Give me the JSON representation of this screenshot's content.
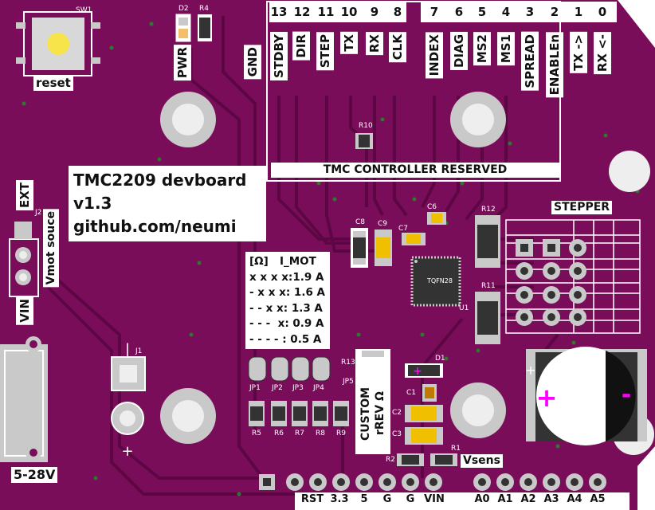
{
  "title": {
    "line1": "TMC2209 devboard",
    "line2": "v1.3",
    "line3": "github.com/neumi"
  },
  "reset_label": "reset",
  "sw_ref": "SW1",
  "pwr_label": "PWR",
  "pwr_ref": "D2",
  "r4_ref": "R4",
  "gnd_label": "GND",
  "top_pins": [
    {
      "num": "13",
      "name": "STDBY"
    },
    {
      "num": "12",
      "name": "DIR"
    },
    {
      "num": "11",
      "name": "STEP"
    },
    {
      "num": "10",
      "name": "TX"
    },
    {
      "num": "9",
      "name": "RX"
    },
    {
      "num": "8",
      "name": "CLK"
    },
    {
      "num": "7",
      "name": "INDEX"
    },
    {
      "num": "6",
      "name": "DIAG"
    },
    {
      "num": "5",
      "name": "MS2"
    },
    {
      "num": "4",
      "name": "MS1"
    },
    {
      "num": "3",
      "name": "SPREAD"
    },
    {
      "num": "2",
      "name": "ENABLEn"
    },
    {
      "num": "1",
      "name": "TX ->"
    },
    {
      "num": "0",
      "name": "RX <-"
    }
  ],
  "controller_reserved": "TMC CONTROLLER RESERVED",
  "ext_label": "EXT",
  "vmot_label": "Vmot souce",
  "vin_label": "VIN",
  "j2_ref": "J2",
  "j1_ref": "J1",
  "power_range": "5-28V",
  "imot_table": {
    "header_left": "[Ω]",
    "header_right": "I_MOT",
    "rows": [
      "x x x x:1.9 A",
      "- x x x: 1.6 A",
      "- - x x: 1.3 A",
      "- - -  x: 0.9 A",
      "- - - - : 0.5 A"
    ]
  },
  "jumpers": [
    "JP1",
    "JP2",
    "JP3",
    "JP4"
  ],
  "resistors_bottom": [
    "R5",
    "R6",
    "R7",
    "R8",
    "R9"
  ],
  "jp5_ref": "JP5",
  "r13_ref": "R13",
  "custom_label": "CUSTOM rREV Ω",
  "chip_label": "TQFN28",
  "u1_ref": "U1",
  "stepper_label": "STEPPER",
  "vsens_label": "Vsens",
  "refs": {
    "r10": "R10",
    "r11": "R11",
    "r12": "R12",
    "c6": "C6",
    "c7": "C7",
    "c8": "C8",
    "c9": "C9",
    "d1": "D1",
    "c1": "C1",
    "c2": "C2",
    "c3": "C3",
    "r1": "R1",
    "r2": "R2"
  },
  "bottom_pins_left": [
    "RST",
    "3.3",
    "5",
    "G",
    "G",
    "VIN"
  ],
  "bottom_pins_right": [
    "A0",
    "A1",
    "A2",
    "A3",
    "A4",
    "A5"
  ],
  "colors": {
    "board": "#7a0d5a",
    "trace": "#5e0846",
    "silk": "#ffffff",
    "pad": "#c9c9c9",
    "gold": "#f0c000"
  }
}
